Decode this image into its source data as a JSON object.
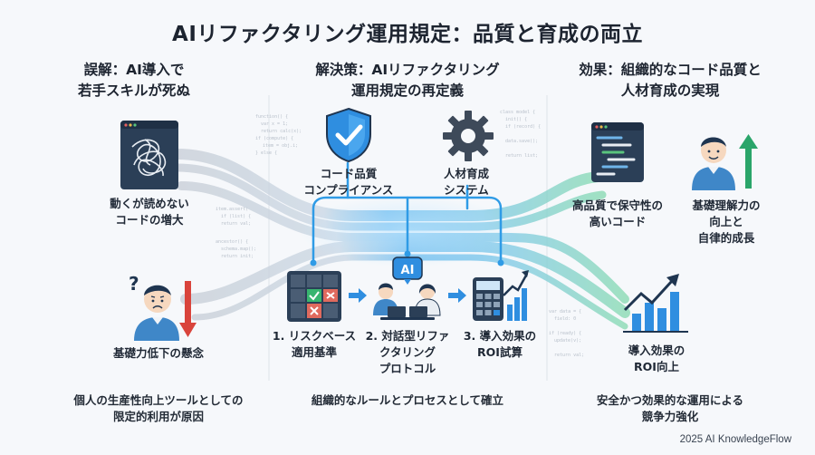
{
  "title": "AIリファクタリング運用規定：品質と育成の両立",
  "columns": {
    "left": {
      "heading": [
        "誤解：AI導入で",
        "若手スキルが死ぬ"
      ],
      "items": [
        {
          "icon": "tangled-code-icon",
          "label": [
            "動くが読めない",
            "コードの増大"
          ]
        },
        {
          "icon": "worried-engineer-icon",
          "label": [
            "基礎力低下の懸念"
          ]
        }
      ],
      "footer": [
        "個人の生産性向上ツールとしての",
        "限定的利用が原因"
      ]
    },
    "center": {
      "heading": [
        "解決策：AIリファクタリング",
        "運用規定の再定義"
      ],
      "pillars": [
        {
          "icon": "shield-check-icon",
          "label": [
            "コード品質",
            "コンプライアンス"
          ]
        },
        {
          "icon": "gear-icon",
          "label": [
            "人材育成",
            "システム"
          ]
        }
      ],
      "steps": [
        {
          "icon": "risk-matrix-icon",
          "label": [
            "1. リスクベース",
            "適用基準"
          ]
        },
        {
          "icon": "ai-dialogue-icon",
          "badge": "AI",
          "label": [
            "2. 対話型リファ",
            "クタリング",
            "プロトコル"
          ]
        },
        {
          "icon": "calculator-chart-icon",
          "label": [
            "3. 導入効果の",
            "ROI試算"
          ]
        }
      ],
      "footer": [
        "組織的なルールとプロセスとして確立"
      ]
    },
    "right": {
      "heading": [
        "効果：組織的なコード品質と",
        "人材育成の実現"
      ],
      "items": [
        {
          "icon": "clean-code-icon",
          "label": [
            "高品質で保守性の",
            "高いコード"
          ]
        },
        {
          "icon": "growing-engineer-icon",
          "label": [
            "基礎理解力の",
            "向上と",
            "自律的成長"
          ]
        },
        {
          "icon": "growth-chart-icon",
          "label": [
            "導入効果の",
            "ROI向上"
          ]
        }
      ],
      "footer": [
        "安全かつ効果的な運用による",
        "競争力強化"
      ]
    }
  },
  "credit": "2025 AI KnowledgeFlow",
  "colors": {
    "accent": "#2f8ee0",
    "navy": "#1f3550",
    "green": "#2aa56a",
    "red": "#d9443c",
    "flow_gray": "#c9d0d9",
    "flow_blue": "#5ab2ec",
    "flow_green": "#79d3a6"
  }
}
